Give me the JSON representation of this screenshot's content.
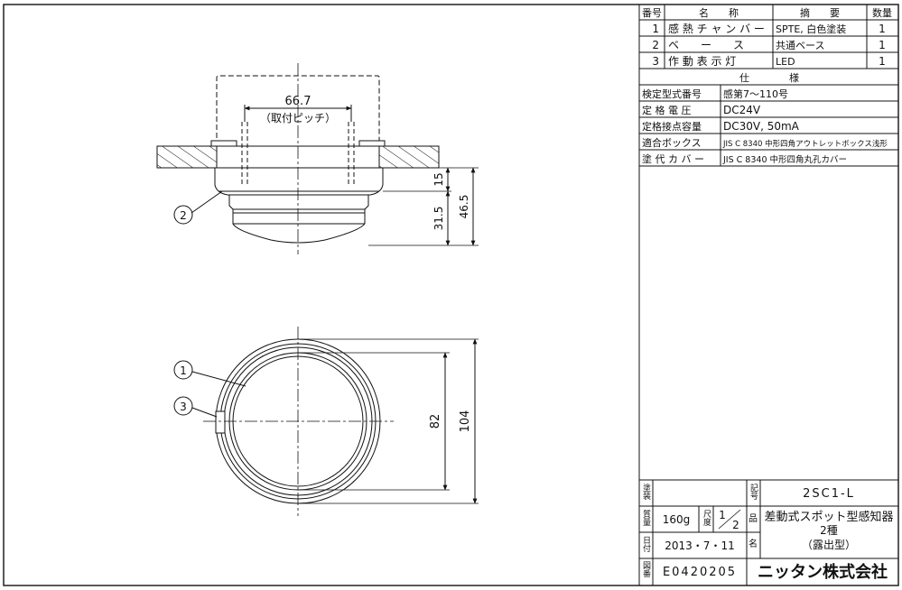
{
  "parts_table": {
    "headers": {
      "no": "番号",
      "name": "名　　称",
      "summary": "摘　　要",
      "qty": "数量"
    },
    "rows": [
      {
        "no": "1",
        "name": "感 熱 チ ャ ン バ ー",
        "summary": "SPTE, 白色塗装",
        "qty": "1"
      },
      {
        "no": "2",
        "name": "ベ　　ー　　ス",
        "summary": "共通ベース",
        "qty": "1"
      },
      {
        "no": "3",
        "name": "作 動 表 示 灯",
        "summary": "LED",
        "qty": "1"
      }
    ]
  },
  "specs": {
    "header": "仕　　　　様",
    "rows": [
      {
        "label": "検定型式番号",
        "value": "感第7～110号"
      },
      {
        "label": "定 格 電 圧",
        "value": "DC24V"
      },
      {
        "label": "定格接点容量",
        "value": "DC30V, 50mA"
      },
      {
        "label": "適合ボックス",
        "value": "JIS C 8340 中形四角アウトレットボックス浅形"
      },
      {
        "label": "塗 代 カ バ ー",
        "value": "JIS C 8340 中形四角丸孔カバー"
      }
    ]
  },
  "title_block": {
    "paint_label": "塗装",
    "paint_value": "",
    "symbol_label": "記号",
    "symbol_value": "2SC1-L",
    "mass_label": "質量",
    "mass_value": "160g",
    "scale_label": "尺度",
    "scale_num": "1",
    "scale_den": "2",
    "product_label": "品",
    "product_name_1": "差動式スポット型感知器",
    "product_name_2": "2種",
    "product_name_3": "（露出型）",
    "date_label": "日付",
    "date_value": "2013・7・11",
    "name_label": "名",
    "drawing_no_label": "図番",
    "drawing_no_value": "E0420205",
    "company": "ニッタン株式会社"
  },
  "drawing": {
    "pitch_value": "66.7",
    "pitch_note": "（取付ピッチ）",
    "dim_15": "15",
    "dim_31_5": "31.5",
    "dim_46_5": "46.5",
    "dim_82": "82",
    "dim_104": "104",
    "balloon_1": "1",
    "balloon_2": "2",
    "balloon_3": "3"
  }
}
